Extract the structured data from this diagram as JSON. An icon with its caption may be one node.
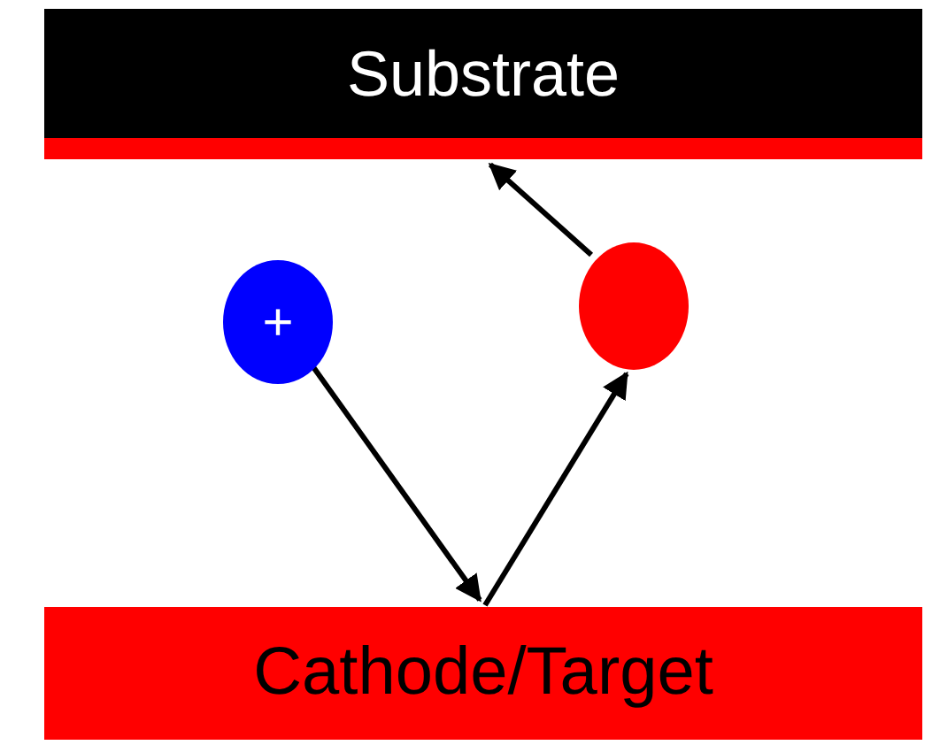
{
  "diagram": {
    "nodes": [
      {
        "text": [
          "Substrate"
        ]
      },
      {
        "text": [],
        "shape": "bar"
      },
      {
        "text": [
          "+"
        ]
      },
      {
        "text": [],
        "shape": "circle"
      },
      {
        "text": [
          "Cathode/Target"
        ]
      }
    ],
    "edges": [
      {
        "from": 2,
        "to": 4,
        "arrow": "to"
      },
      {
        "from": 4,
        "to": 3,
        "arrow": "to"
      },
      {
        "from": 3,
        "to": 1,
        "arrow": "to"
      }
    ]
  }
}
